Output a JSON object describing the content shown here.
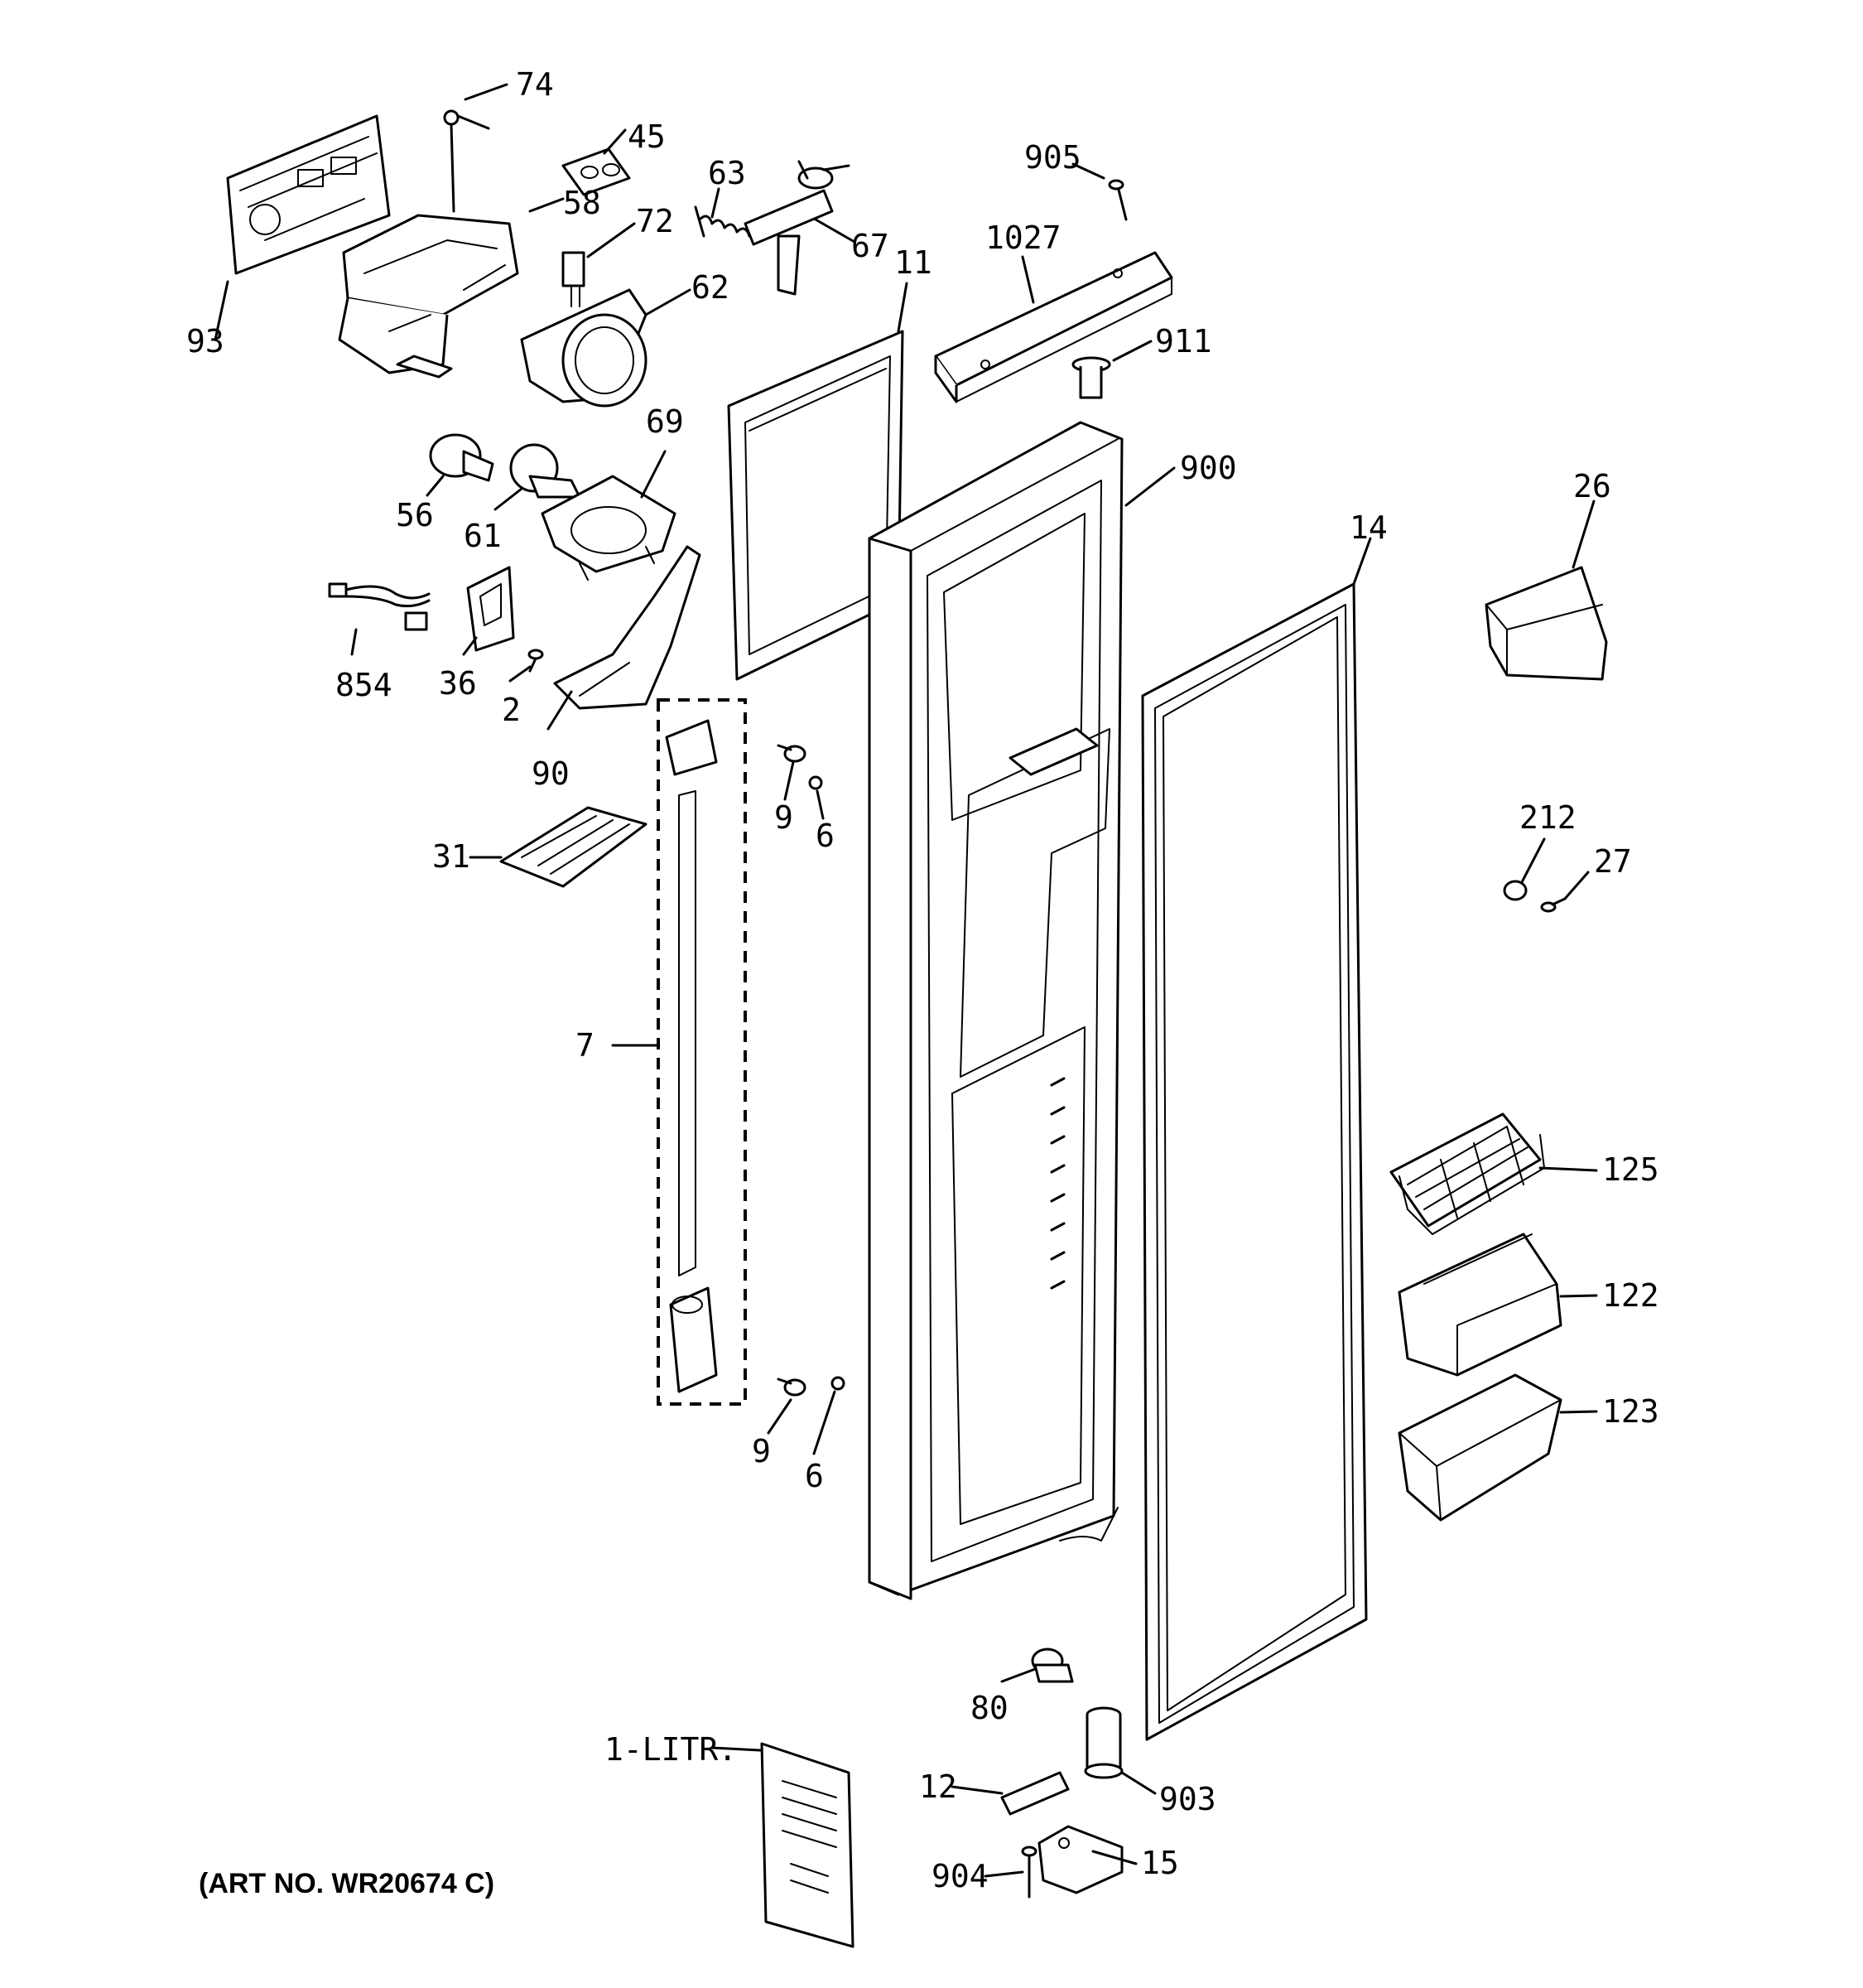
{
  "diagram": {
    "caption": "(ART NO. WR20674 C)",
    "callouts": [
      {
        "id": "c74",
        "label": "74"
      },
      {
        "id": "c45",
        "label": "45"
      },
      {
        "id": "c58",
        "label": "58"
      },
      {
        "id": "c63",
        "label": "63"
      },
      {
        "id": "c72",
        "label": "72"
      },
      {
        "id": "c67",
        "label": "67"
      },
      {
        "id": "c62",
        "label": "62"
      },
      {
        "id": "c11",
        "label": "11"
      },
      {
        "id": "c93",
        "label": "93"
      },
      {
        "id": "c905",
        "label": "905"
      },
      {
        "id": "c1027",
        "label": "1027"
      },
      {
        "id": "c911",
        "label": "911"
      },
      {
        "id": "c69",
        "label": "69"
      },
      {
        "id": "c56",
        "label": "56"
      },
      {
        "id": "c61",
        "label": "61"
      },
      {
        "id": "c900",
        "label": "900"
      },
      {
        "id": "c26",
        "label": "26"
      },
      {
        "id": "c14",
        "label": "14"
      },
      {
        "id": "c854",
        "label": "854"
      },
      {
        "id": "c36",
        "label": "36"
      },
      {
        "id": "c2",
        "label": "2"
      },
      {
        "id": "c90",
        "label": "90"
      },
      {
        "id": "c9a",
        "label": "9"
      },
      {
        "id": "c6a",
        "label": "6"
      },
      {
        "id": "c31",
        "label": "31"
      },
      {
        "id": "c212",
        "label": "212"
      },
      {
        "id": "c27",
        "label": "27"
      },
      {
        "id": "c7",
        "label": "7"
      },
      {
        "id": "c125",
        "label": "125"
      },
      {
        "id": "c122",
        "label": "122"
      },
      {
        "id": "c123",
        "label": "123"
      },
      {
        "id": "c9b",
        "label": "9"
      },
      {
        "id": "c6b",
        "label": "6"
      },
      {
        "id": "c80",
        "label": "80"
      },
      {
        "id": "c1litr",
        "label": "1-LITR."
      },
      {
        "id": "c12",
        "label": "12"
      },
      {
        "id": "c903",
        "label": "903"
      },
      {
        "id": "c904",
        "label": "904"
      },
      {
        "id": "c15",
        "label": "15"
      }
    ]
  }
}
